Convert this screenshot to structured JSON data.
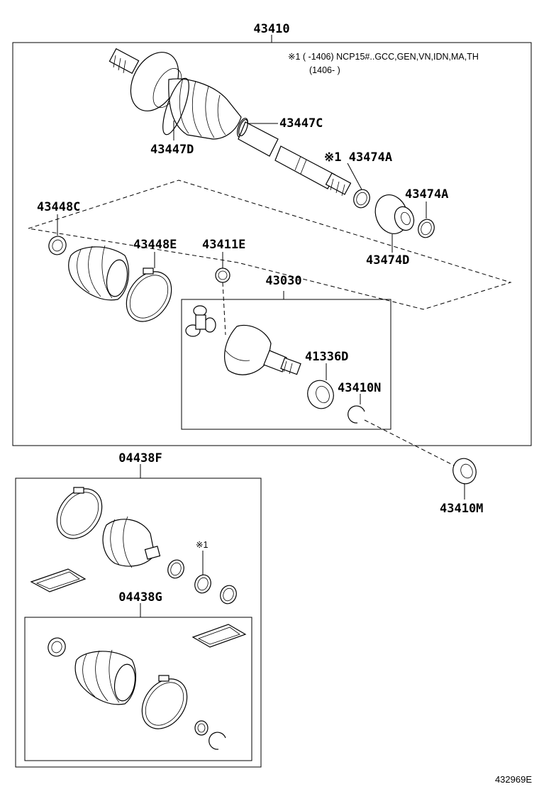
{
  "labels": {
    "p43410": "43410",
    "p43447C": "43447C",
    "p43447D": "43447D",
    "p43474A_note": "※1 43474A",
    "p43474A": "43474A",
    "p43474D": "43474D",
    "p43448C": "43448C",
    "p43448E": "43448E",
    "p43411E": "43411E",
    "p43030": "43030",
    "p41336D": "41336D",
    "p43410N": "43410N",
    "p43410M": "43410M",
    "p04438F": "04438F",
    "p04438G": "04438G",
    "kit_note": "※1"
  },
  "note": {
    "line1": "※1 (     -1406) NCP15#..GCC,GEN,VN,IDN,MA,TH",
    "line2": "(1406-     )"
  },
  "diagram_code": "432969E"
}
